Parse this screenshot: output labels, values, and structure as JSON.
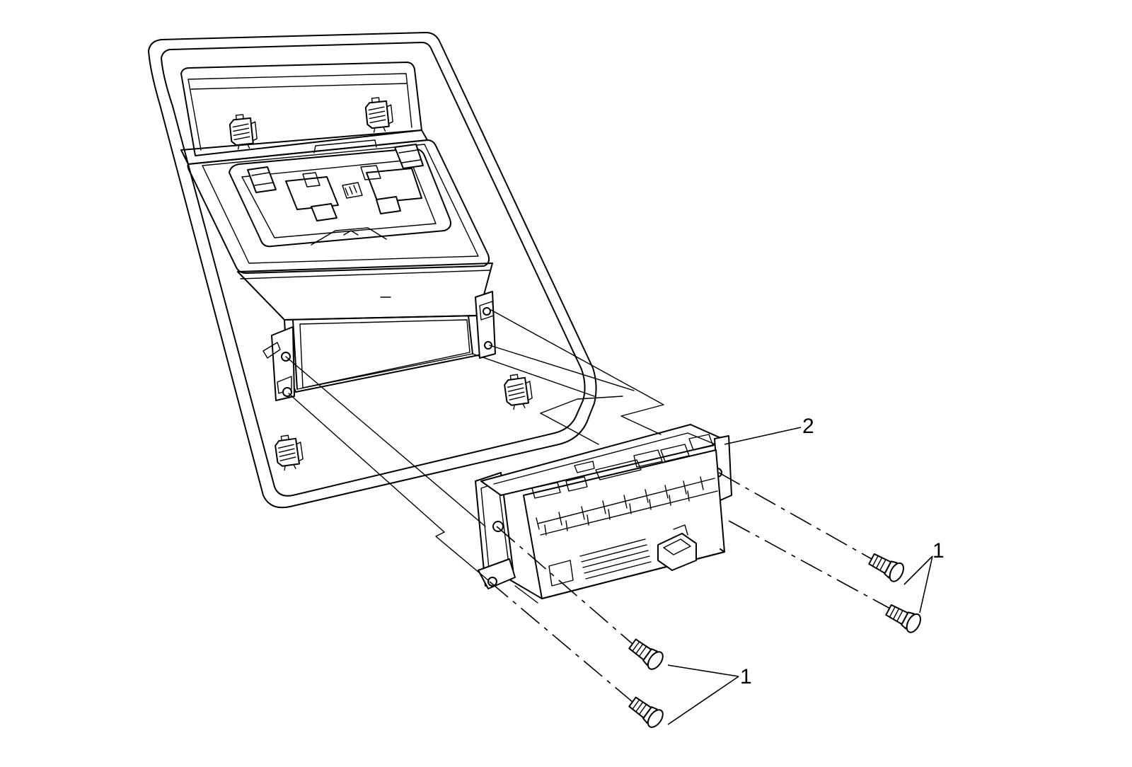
{
  "diagram": {
    "callouts": {
      "fasteners_right": "1",
      "fasteners_bottom": "1",
      "control_module": "2"
    },
    "parts": {
      "bolt": "bolt-icon",
      "clip": "retainer-clip-icon"
    },
    "colors": {
      "line": "#000000",
      "background": "#ffffff"
    }
  }
}
